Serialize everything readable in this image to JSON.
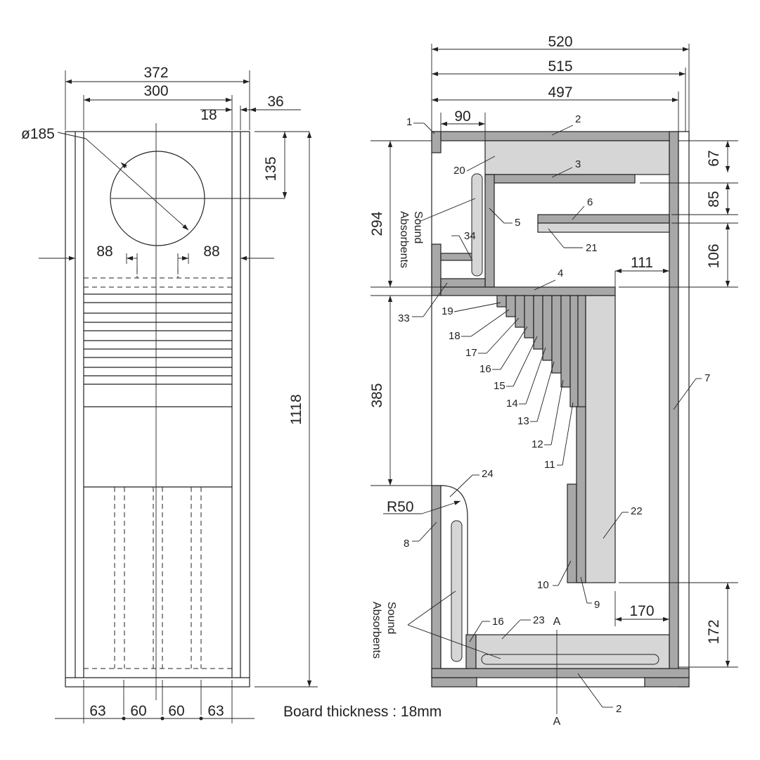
{
  "front_view": {
    "dims": {
      "width_total": "372",
      "width_inner": "300",
      "thickness_18": "18",
      "thickness_36": "36",
      "driver_diameter": "ø185",
      "driver_offset": "135",
      "height_total": "1118",
      "port_left": "88",
      "port_right": "88",
      "bottom_1": "63",
      "bottom_2": "60",
      "bottom_3": "60",
      "bottom_4": "63"
    }
  },
  "side_view": {
    "dims": {
      "depth_520": "520",
      "depth_515": "515",
      "depth_497": "497",
      "width_90": "90",
      "height_294": "294",
      "height_385": "385",
      "height_67": "67",
      "height_85": "85",
      "height_106": "106",
      "width_111": "111",
      "width_170": "170",
      "height_172": "172",
      "radius": "R50"
    },
    "part_labels": {
      "p1": "1",
      "p2_top": "2",
      "p3": "3",
      "p4": "4",
      "p5": "5",
      "p6": "6",
      "p7": "7",
      "p8": "8",
      "p9": "9",
      "p10": "10",
      "p11": "11",
      "p12": "12",
      "p13": "13",
      "p14": "14",
      "p15": "15",
      "p16_step": "16",
      "p17": "17",
      "p18": "18",
      "p19": "19",
      "p20": "20",
      "p21": "21",
      "p22": "22",
      "p23": "23",
      "p24": "24",
      "p33": "33",
      "p34": "34",
      "p16_bottom": "16",
      "p2_bottom": "2"
    },
    "section_mark": "A",
    "section_mark_bottom": "A",
    "absorbents_upper_1": "Sound",
    "absorbents_upper_2": "Absorbents",
    "absorbents_lower_1": "Sound",
    "absorbents_lower_2": "Absorbents"
  },
  "note": "Board thickness : 18mm"
}
